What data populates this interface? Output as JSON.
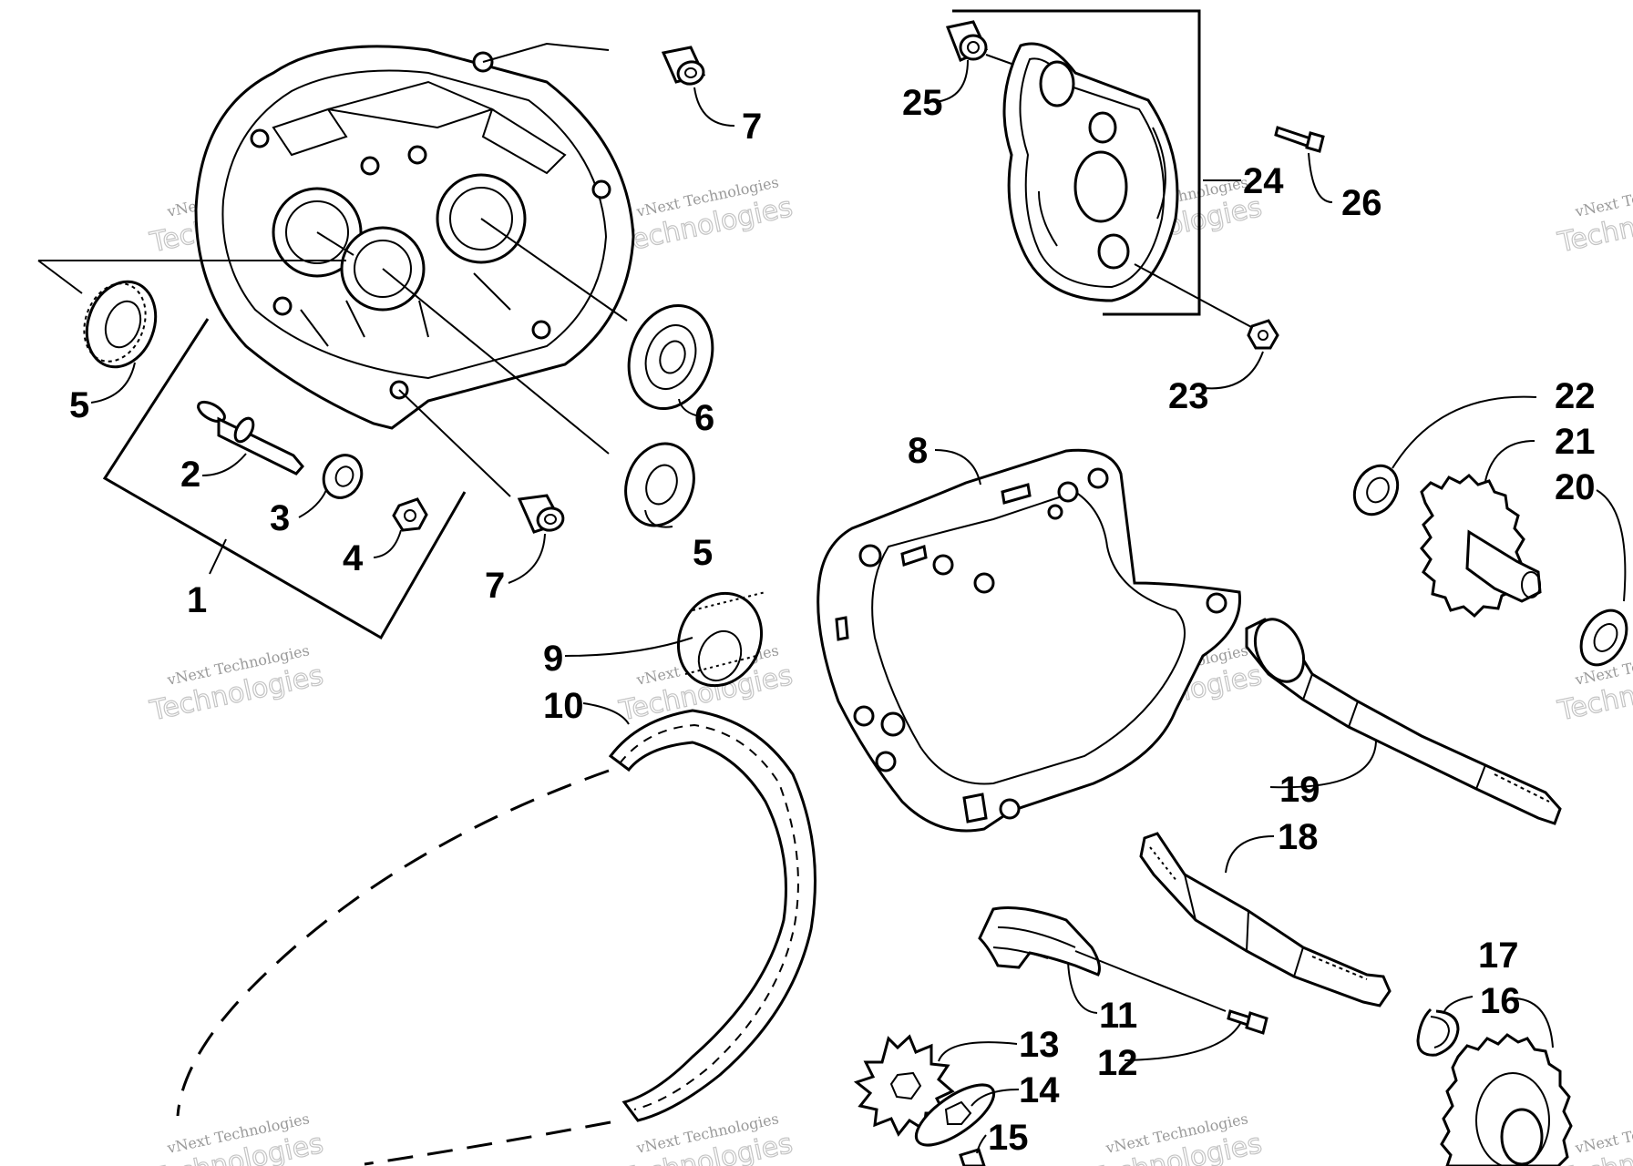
{
  "colors": {
    "ink": "#000000",
    "paper": "#ffffff",
    "watermark": "#9a9a9a"
  },
  "watermark": {
    "line1": "vNext Technologies",
    "line2": "Technologies"
  },
  "callouts": [
    {
      "id": "c1",
      "label": "1"
    },
    {
      "id": "c2",
      "label": "2"
    },
    {
      "id": "c3",
      "label": "3"
    },
    {
      "id": "c4",
      "label": "4"
    },
    {
      "id": "c5a",
      "label": "5"
    },
    {
      "id": "c5b",
      "label": "5"
    },
    {
      "id": "c6",
      "label": "6"
    },
    {
      "id": "c7a",
      "label": "7"
    },
    {
      "id": "c7b",
      "label": "7"
    },
    {
      "id": "c8",
      "label": "8"
    },
    {
      "id": "c9",
      "label": "9"
    },
    {
      "id": "c10",
      "label": "10"
    },
    {
      "id": "c11",
      "label": "11"
    },
    {
      "id": "c12",
      "label": "12"
    },
    {
      "id": "c13",
      "label": "13"
    },
    {
      "id": "c14",
      "label": "14"
    },
    {
      "id": "c15",
      "label": "15"
    },
    {
      "id": "c16",
      "label": "16"
    },
    {
      "id": "c17",
      "label": "17"
    },
    {
      "id": "c18",
      "label": "18"
    },
    {
      "id": "c19",
      "label": "19"
    },
    {
      "id": "c20",
      "label": "20"
    },
    {
      "id": "c21",
      "label": "21"
    },
    {
      "id": "c22",
      "label": "22"
    },
    {
      "id": "c23",
      "label": "23"
    },
    {
      "id": "c24",
      "label": "24"
    },
    {
      "id": "c25",
      "label": "25"
    },
    {
      "id": "c26",
      "label": "26"
    }
  ]
}
